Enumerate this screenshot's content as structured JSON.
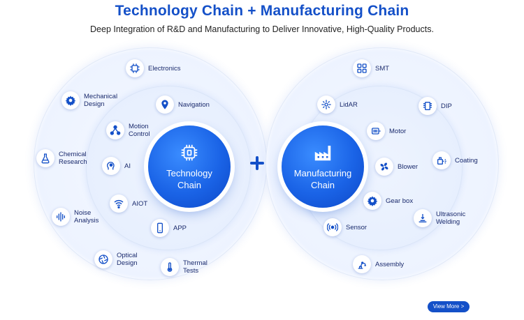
{
  "header": {
    "title": "Technology Chain + Manufacturing Chain",
    "subtitle": "Deep Integration of R&D and Manufacturing to Deliver Innovative, High-Quality Products."
  },
  "technology": {
    "core_line1": "Technology",
    "core_line2": "Chain",
    "core_icon": "chip-brain-icon",
    "items": [
      {
        "label": "Electronics",
        "icon": "chip-icon"
      },
      {
        "label": "Mechanical Design",
        "icon": "gear-icon"
      },
      {
        "label": "Navigation",
        "icon": "location-pin-icon"
      },
      {
        "label": "Motion Control",
        "icon": "motion-nodes-icon"
      },
      {
        "label": "Chemical Research",
        "icon": "flask-icon"
      },
      {
        "label": "AI",
        "icon": "ai-head-icon"
      },
      {
        "label": "AIOT",
        "icon": "wifi-icon"
      },
      {
        "label": "Noise Analysis",
        "icon": "sound-wave-icon"
      },
      {
        "label": "APP",
        "icon": "phone-icon"
      },
      {
        "label": "Optical Design",
        "icon": "aperture-icon"
      },
      {
        "label": "Thermal Tests",
        "icon": "thermometer-icon"
      }
    ]
  },
  "manufacturing": {
    "core_line1": "Manufacturing",
    "core_line2": "Chain",
    "core_icon": "factory-icon",
    "items": [
      {
        "label": "SMT",
        "icon": "smt-board-icon"
      },
      {
        "label": "DIP",
        "icon": "dip-chip-icon"
      },
      {
        "label": "LidAR",
        "icon": "lidar-icon"
      },
      {
        "label": "Motor",
        "icon": "motor-icon"
      },
      {
        "label": "Coating",
        "icon": "spray-icon"
      },
      {
        "label": "Blower",
        "icon": "fan-icon"
      },
      {
        "label": "Gear box",
        "icon": "gear-icon"
      },
      {
        "label": "Ultrasonic Welding",
        "icon": "welding-icon"
      },
      {
        "label": "Sensor",
        "icon": "sensor-icon"
      },
      {
        "label": "Assembly",
        "icon": "robot-arm-icon"
      }
    ]
  },
  "cta": {
    "label": "View More  >"
  },
  "colors": {
    "brand": "#1450c8",
    "core_start": "#3a8cff",
    "core_end": "#0d47c6"
  }
}
